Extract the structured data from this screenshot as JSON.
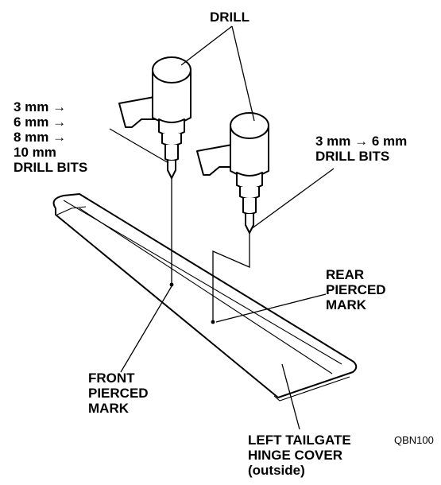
{
  "labels": {
    "drill": "DRILL",
    "bits_left": [
      "3 mm →",
      "6 mm →",
      "8 mm →",
      "10 mm",
      "DRILL BITS"
    ],
    "bits_right": [
      "3 mm → 6 mm",
      "DRILL BITS"
    ],
    "rear_mark": [
      "REAR",
      "PIERCED",
      "MARK"
    ],
    "front_mark": [
      "FRONT",
      "PIERCED",
      "MARK"
    ],
    "cover": [
      "LEFT TAILGATE",
      "HINGE COVER",
      "(outside)"
    ]
  },
  "figure_code": "QBN100"
}
